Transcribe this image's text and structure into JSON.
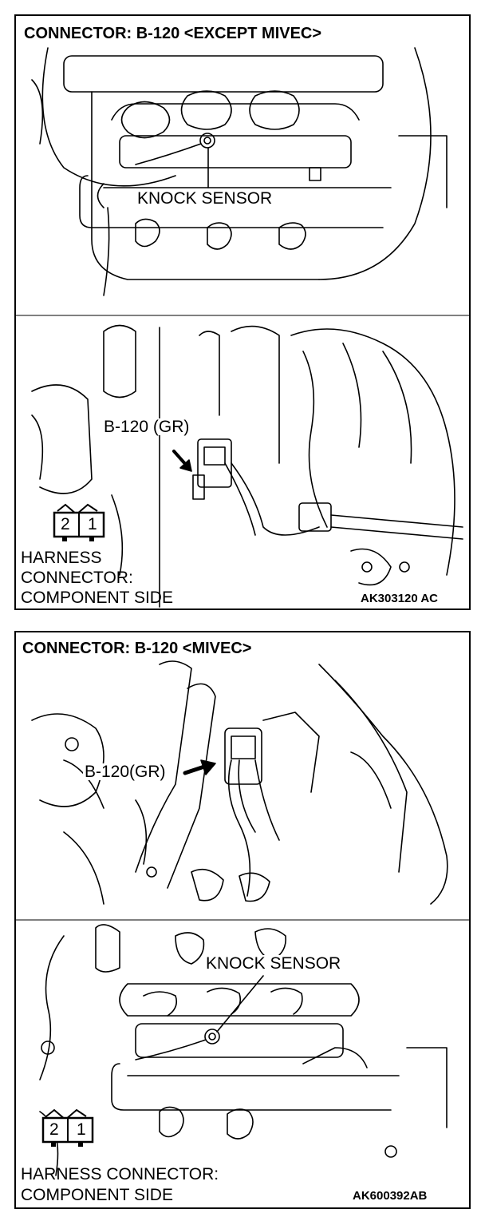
{
  "panels": [
    {
      "title": "CONNECTOR: B-120 <EXCEPT MIVEC>",
      "knock_label": "KNOCK SENSOR",
      "connector_label": "B-120 (GR)",
      "pins": [
        "2",
        "1"
      ],
      "harness_lines": [
        "HARNESS",
        "CONNECTOR:",
        "COMPONENT SIDE"
      ],
      "code": "AK303120 AC"
    },
    {
      "title": "CONNECTOR: B-120 <MIVEC>",
      "connector_label": "B-120(GR)",
      "knock_label": "KNOCK SENSOR",
      "pins": [
        "2",
        "1"
      ],
      "harness_lines": [
        "HARNESS CONNECTOR:",
        "COMPONENT SIDE"
      ],
      "code": "AK600392AB"
    }
  ]
}
